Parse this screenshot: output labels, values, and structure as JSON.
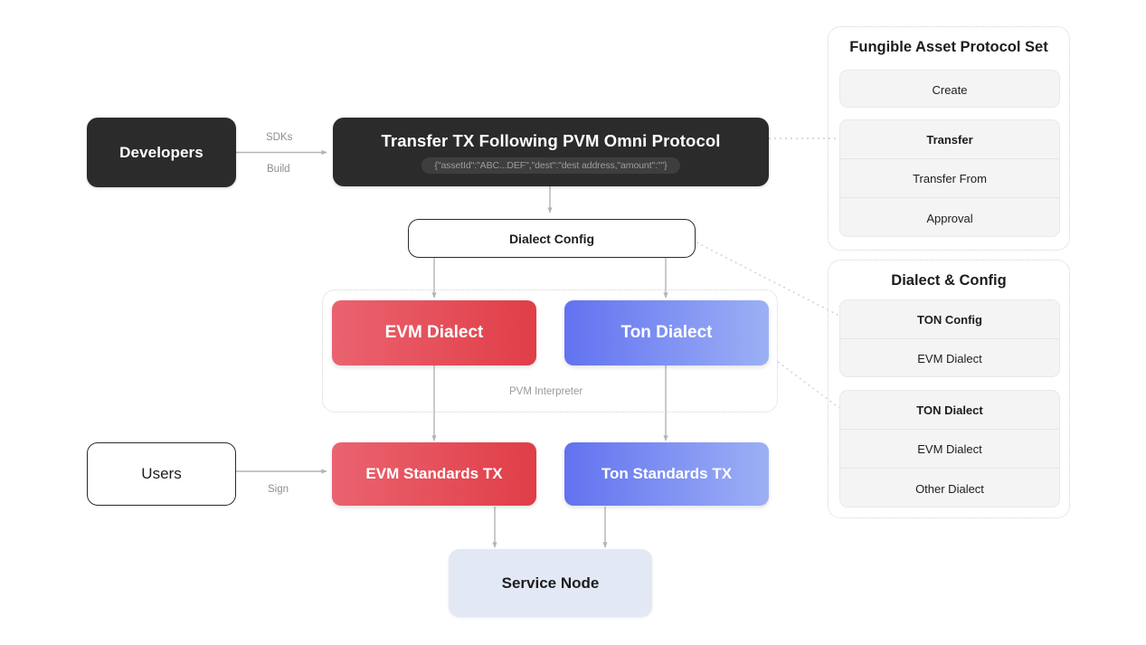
{
  "diagram": {
    "nodes": {
      "developers": {
        "label": "Developers"
      },
      "transfer_tx": {
        "title": "Transfer TX Following PVM Omni Protocol",
        "payload": "{\"assetId\":\"ABC...DEF\",\"dest\":\"dest address,\"amount\":\"\"}"
      },
      "dialect_config": {
        "label": "Dialect Config"
      },
      "evm_dialect": {
        "label": "EVM Dialect"
      },
      "ton_dialect": {
        "label": "Ton Dialect"
      },
      "pvm_interpreter": {
        "label": "PVM Interpreter"
      },
      "users": {
        "label": "Users"
      },
      "evm_standards_tx": {
        "label": "EVM Standards TX"
      },
      "ton_standards_tx": {
        "label": "Ton Standards TX"
      },
      "service_node": {
        "label": "Service Node"
      }
    },
    "edge_labels": {
      "sdks": "SDKs",
      "build": "Build",
      "sign": "Sign"
    },
    "panels": [
      {
        "title": "Fungible Asset Protocol Set",
        "groups": [
          {
            "rows": [
              {
                "label": "Create",
                "bold": false
              }
            ]
          },
          {
            "rows": [
              {
                "label": "Transfer",
                "bold": true
              },
              {
                "label": "Transfer From",
                "bold": false
              },
              {
                "label": "Approval",
                "bold": false
              }
            ]
          }
        ]
      },
      {
        "title": "Dialect & Config",
        "groups": [
          {
            "rows": [
              {
                "label": "TON Config",
                "bold": true
              },
              {
                "label": "EVM Dialect",
                "bold": false
              }
            ]
          },
          {
            "rows": [
              {
                "label": "TON Dialect",
                "bold": true
              },
              {
                "label": "EVM Dialect",
                "bold": false
              },
              {
                "label": "Other Dialect",
                "bold": false
              }
            ]
          }
        ]
      }
    ],
    "colors": {
      "dark": "#2b2b2b",
      "red_start": "#ea6370",
      "red_end": "#e03e47",
      "blue_start": "#6272f0",
      "blue_end": "#9cb0f5",
      "lavender": "#e3e8f5",
      "card_bg": "#f4f4f4",
      "arrow": "#b4b4b4",
      "dotted": "#d2d2d2"
    }
  }
}
